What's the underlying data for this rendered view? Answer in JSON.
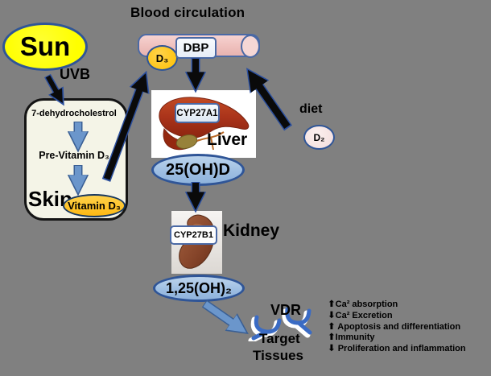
{
  "title": "Blood circulation",
  "sun": {
    "label": "Sun"
  },
  "uvb": "UVB",
  "blood": {
    "d3": "D₃",
    "dbp": "DBP"
  },
  "skin": {
    "step1": "7-dehydrocholestrol",
    "step2": "Pre-Vitamin D₃",
    "organ": "Skin",
    "product": "Vitamin D₃"
  },
  "liver": {
    "enzyme": "CYP27A1",
    "organ": "Liver",
    "product": "25(OH)D"
  },
  "diet": {
    "label": "diet",
    "d2": "D₂"
  },
  "kidney": {
    "enzyme": "CYP27B1",
    "organ": "Kidney",
    "product": "1,25(OH)₂"
  },
  "target": {
    "receptor": "VDR",
    "name1": "Target",
    "name2": "Tissues"
  },
  "effects": [
    {
      "dir": "⬆",
      "text": "Ca² absorption"
    },
    {
      "dir": "⬇",
      "text": "Ca² Excretion"
    },
    {
      "dir": "⬆",
      "text": " Apoptosis and differentiation"
    },
    {
      "dir": "⬆",
      "text": "Immunity"
    },
    {
      "dir": "⬇",
      "text": " Proliferation and inflammation"
    }
  ],
  "colors": {
    "background": "#808080",
    "sun_yellow": "#ffff00",
    "vitamin_orange": "#ffc000",
    "tube_pink": "#efc0bd",
    "product_blue": "#9cbde2",
    "steel_arrow_blue": "#6b96cb",
    "border_blue": "#2f5597"
  }
}
